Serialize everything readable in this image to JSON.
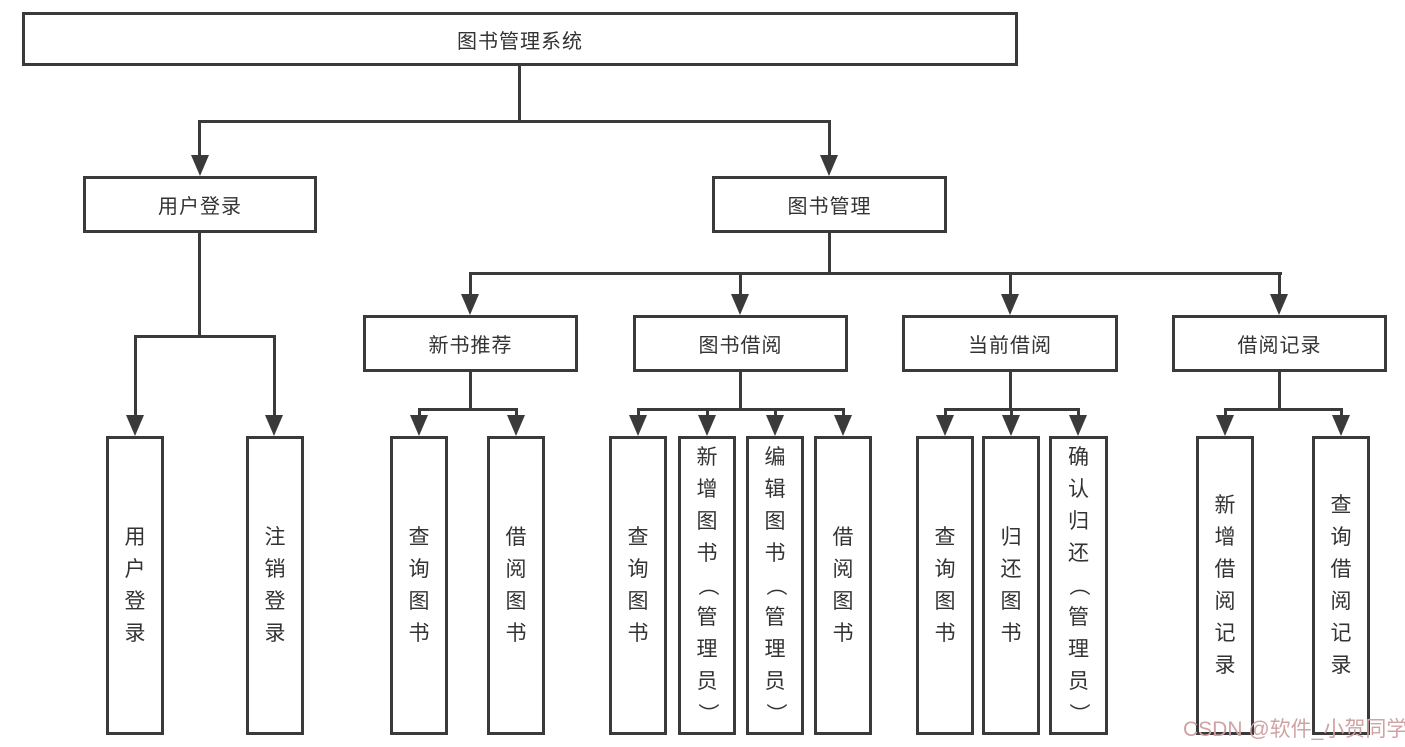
{
  "diagram": {
    "type": "hierarchy-tree",
    "orientation": "top-down"
  },
  "tree": {
    "root": {
      "label": "图书管理系统",
      "children": [
        {
          "label": "用户登录",
          "children": [
            {
              "label": "用户登录"
            },
            {
              "label": "注销登录"
            }
          ]
        },
        {
          "label": "图书管理",
          "children": [
            {
              "label": "新书推荐",
              "children": [
                {
                  "label": "查询图书"
                },
                {
                  "label": "借阅图书"
                }
              ]
            },
            {
              "label": "图书借阅",
              "children": [
                {
                  "label": "查询图书"
                },
                {
                  "label": "新增图书（管理员）"
                },
                {
                  "label": "编辑图书（管理员）"
                },
                {
                  "label": "借阅图书"
                }
              ]
            },
            {
              "label": "当前借阅",
              "children": [
                {
                  "label": "查询图书"
                },
                {
                  "label": "归还图书"
                },
                {
                  "label": "确认归还（管理员）"
                }
              ]
            },
            {
              "label": "借阅记录",
              "children": [
                {
                  "label": "新增借阅记录"
                },
                {
                  "label": "查询借阅记录"
                }
              ]
            }
          ]
        }
      ]
    }
  },
  "style": {
    "line_color": "#3a3a3a",
    "box_border_color": "#3a3a3a",
    "text_color": "#333333",
    "watermark_color": "#cfa3a3"
  },
  "watermark": {
    "text": "CSDN @软件_小贺同学"
  }
}
